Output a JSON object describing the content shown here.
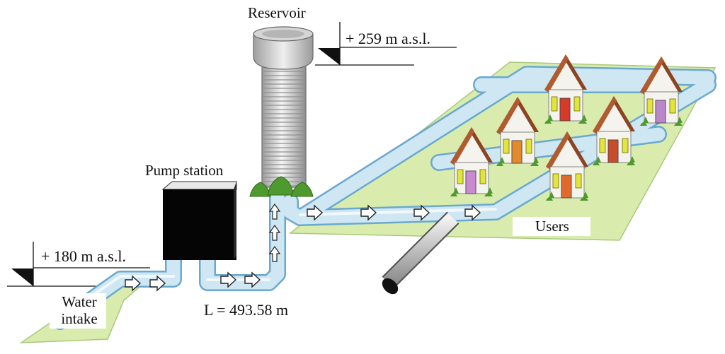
{
  "labels": {
    "reservoir": "Reservoir",
    "elevation_reservoir": "+ 259 m a.s.l.",
    "pump_station": "Pump station",
    "elevation_intake": "+ 180 m a.s.l.",
    "water_intake": "Water intake",
    "pipe_length": "L = 493.58 m",
    "users": "Users"
  },
  "colors": {
    "pipe": "#cfe6f3",
    "pipe_outline": "#6aa9cf",
    "ground": "#d9ecae",
    "ground_outline": "#a9c97a",
    "pump_station": "#050505",
    "roof": "#9a4e2a",
    "house_wall": "#f5f3ee",
    "window": "#e3e53f",
    "tree": "#4f9a2e"
  },
  "houses": [
    {
      "door_color": "#c98ad1"
    },
    {
      "door_color": "#e38a2c"
    },
    {
      "door_color": "#d53a2a"
    },
    {
      "door_color": "#c84d2a"
    },
    {
      "door_color": "#e06a2c"
    },
    {
      "door_color": "#b987c9"
    }
  ]
}
